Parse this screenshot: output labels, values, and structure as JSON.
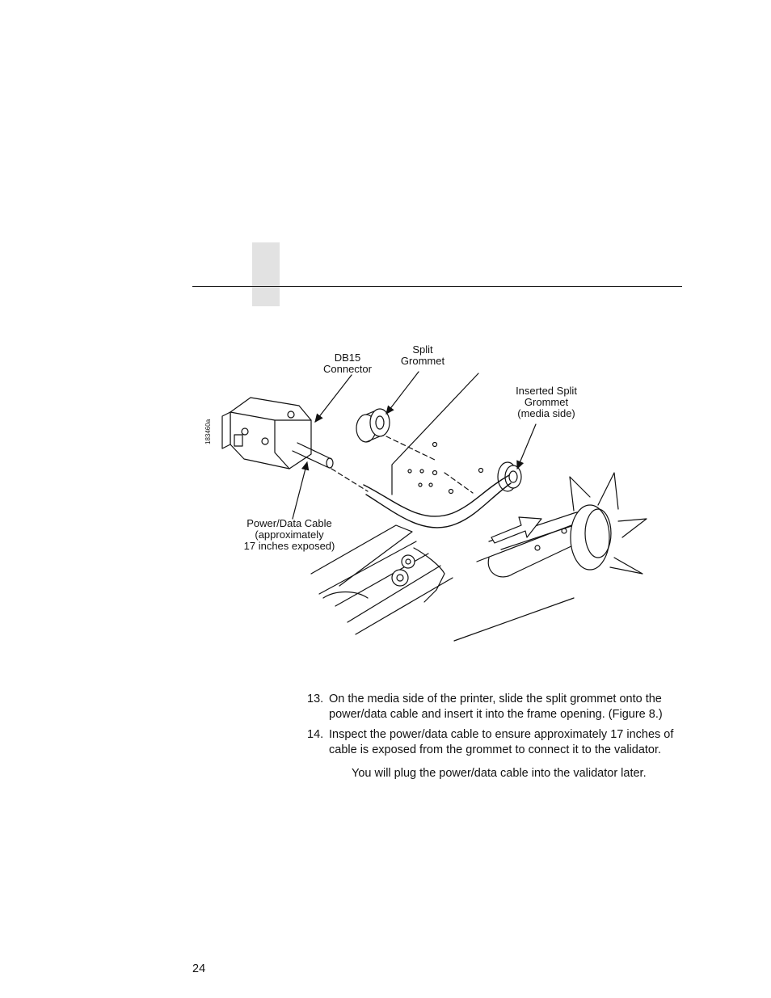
{
  "figure": {
    "labels": {
      "split_grommet": "Split\nGrommet",
      "db15": "DB15\nConnector",
      "inserted": "Inserted Split\nGrommet\n(media side)",
      "cable": "Power/Data Cable\n(approximately\n17 inches exposed)"
    },
    "figure_number": "183460a"
  },
  "steps": [
    {
      "num": "13.",
      "text": "On the media side of the printer, slide the split grommet onto the power/data cable and insert it into the frame opening. (Figure 8.)"
    },
    {
      "num": "14.",
      "text": "Inspect the power/data cable to ensure approximately 17 inches of cable is exposed from the grommet to connect it to the validator."
    }
  ],
  "note": "You will plug the power/data cable into the validator later.",
  "page_number": "24"
}
